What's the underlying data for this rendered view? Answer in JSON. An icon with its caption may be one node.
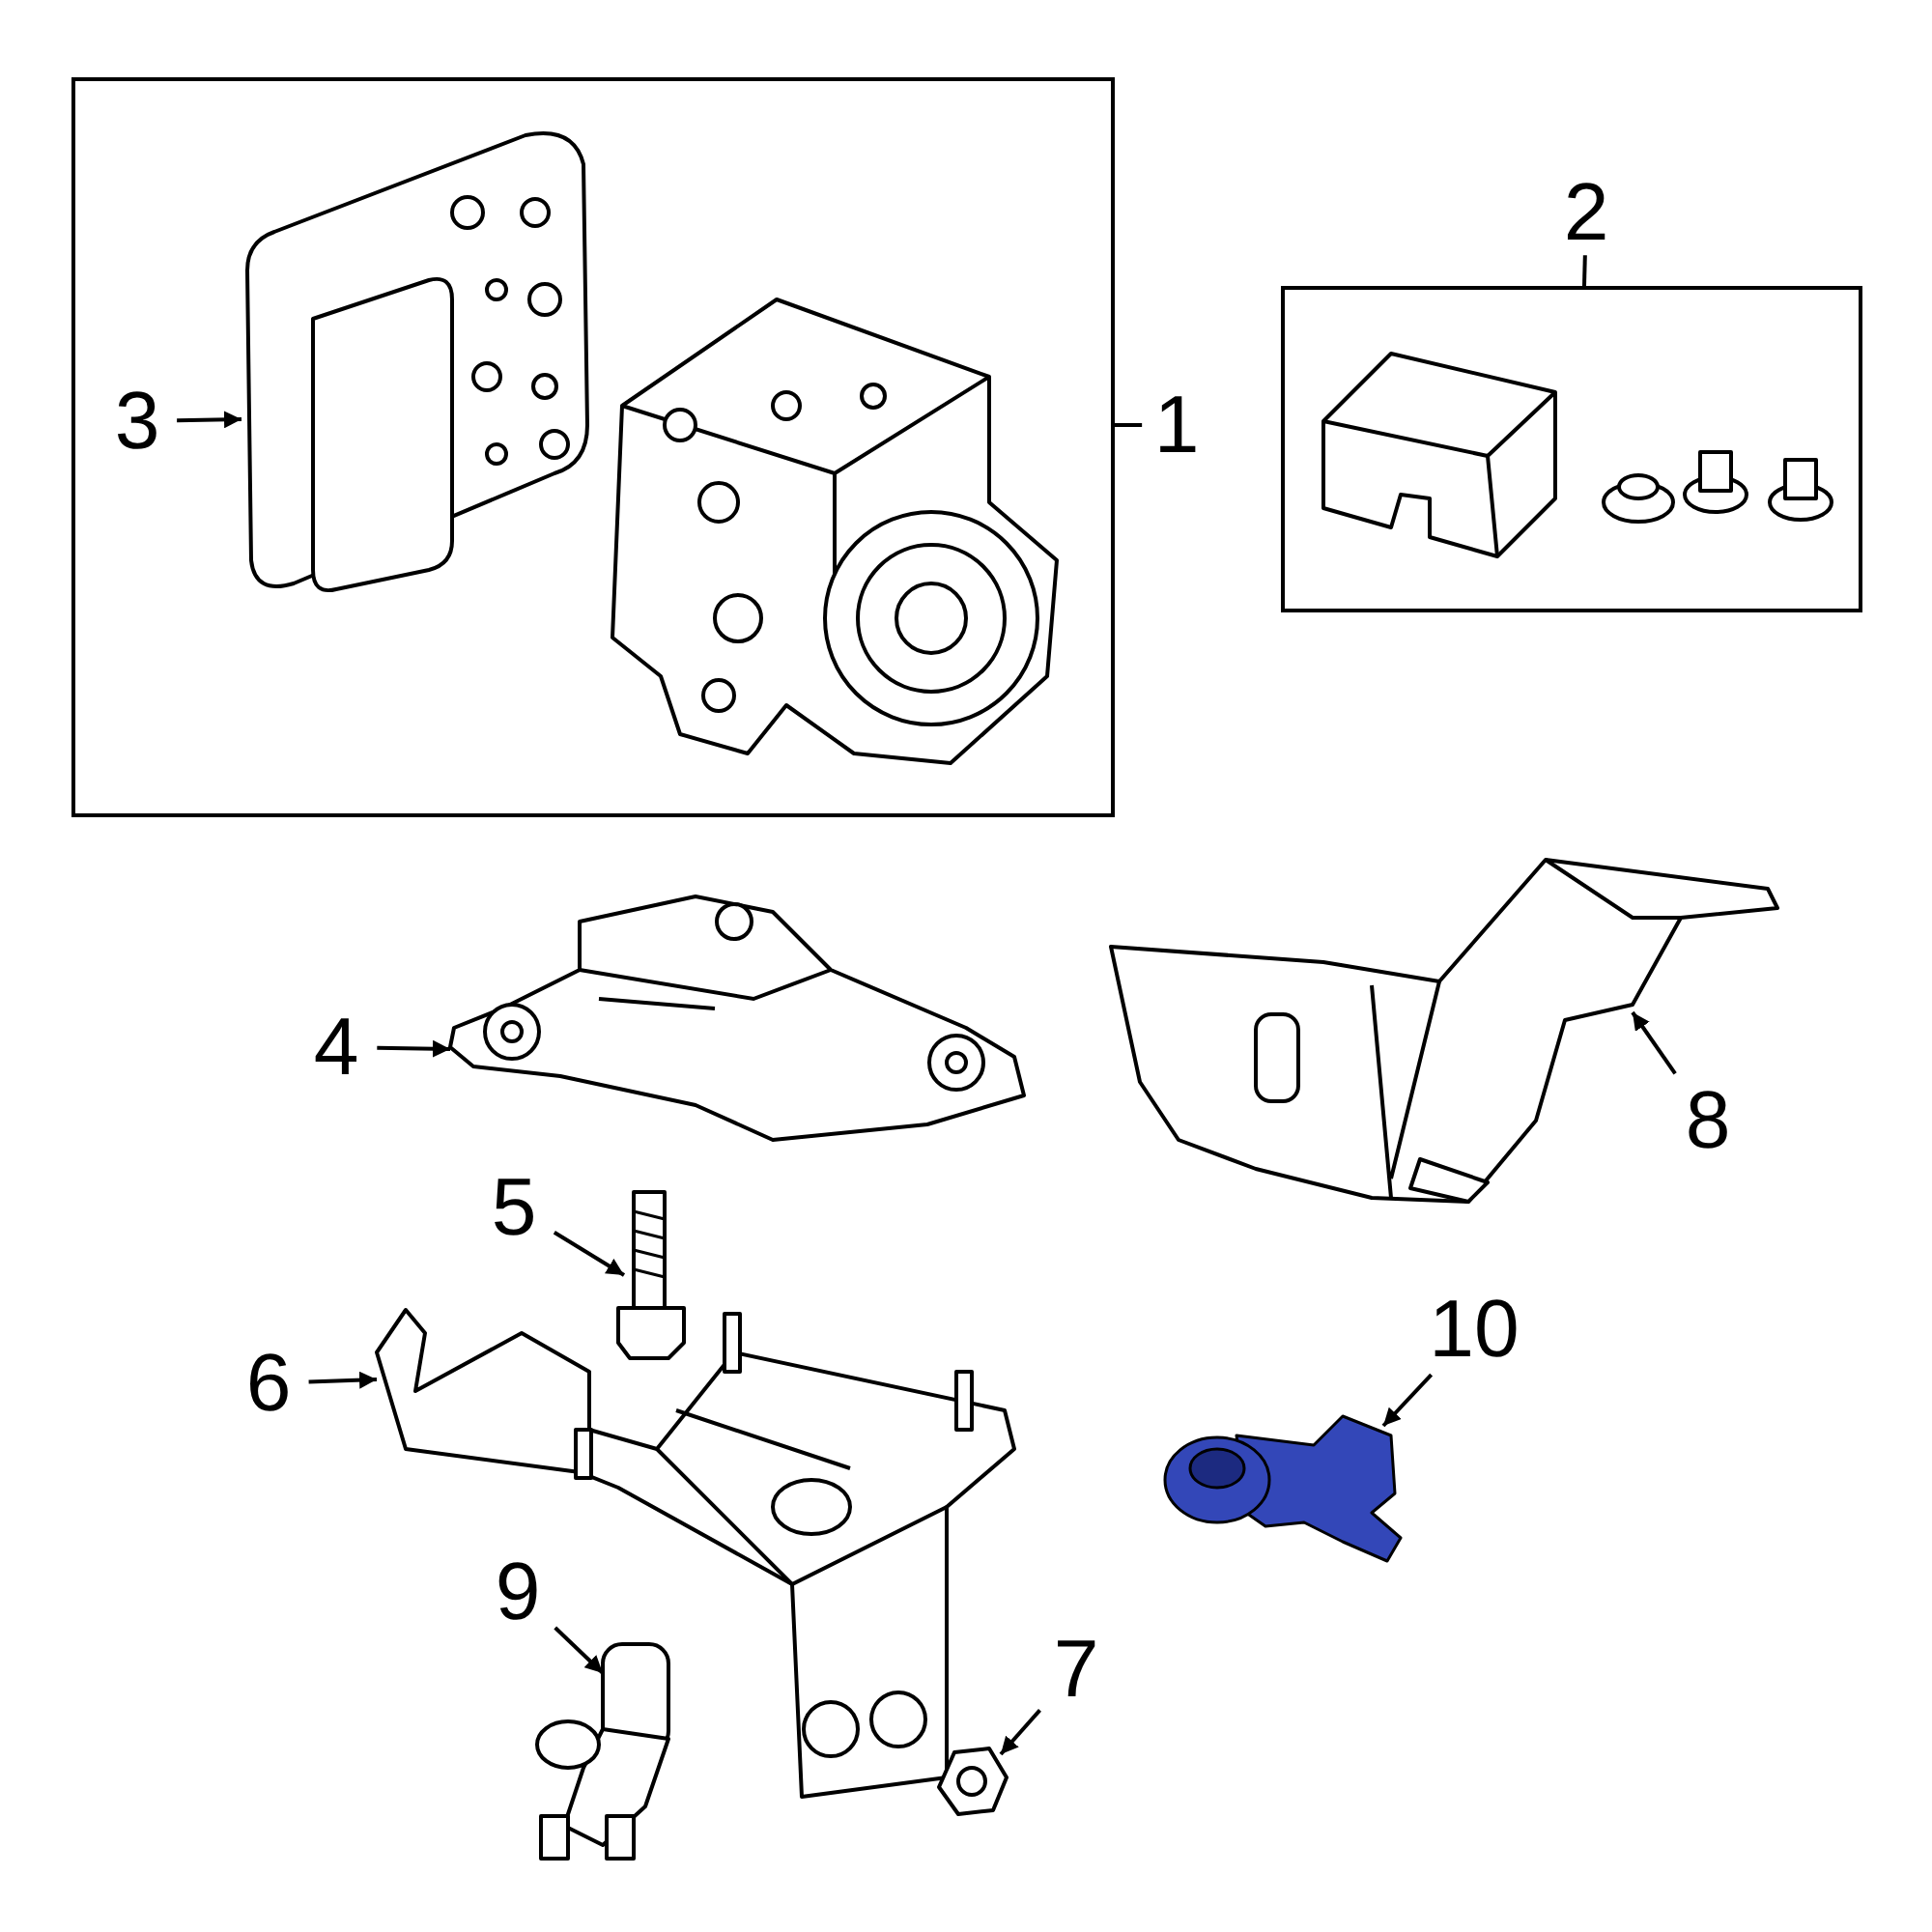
{
  "diagram": {
    "nodes": [
      {
        "text": [
          "1"
        ]
      },
      {
        "text": [],
        "shape": "box"
      },
      {
        "text": [
          "2"
        ]
      },
      {
        "text": [],
        "shape": "box"
      },
      {
        "text": [
          "3"
        ],
        "in": 1
      },
      {
        "text": [],
        "shape": "picture",
        "in": 1
      },
      {
        "text": [],
        "shape": "picture",
        "in": 1
      },
      {
        "text": [],
        "shape": "picture",
        "in": 3
      },
      {
        "text": [
          "4"
        ]
      },
      {
        "text": [],
        "shape": "picture"
      },
      {
        "text": [
          "5"
        ]
      },
      {
        "text": [],
        "shape": "picture"
      },
      {
        "text": [
          "6"
        ]
      },
      {
        "text": [],
        "shape": "picture"
      },
      {
        "text": [
          "7"
        ]
      },
      {
        "text": [],
        "shape": "picture"
      },
      {
        "text": [
          "8"
        ]
      },
      {
        "text": [],
        "shape": "picture"
      },
      {
        "text": [
          "9"
        ]
      },
      {
        "text": [],
        "shape": "picture"
      },
      {
        "text": [
          "10"
        ]
      },
      {
        "text": [],
        "shape": "picture"
      }
    ],
    "edges": [
      {
        "from": 0,
        "to": 1,
        "arrow": "none"
      },
      {
        "from": 2,
        "to": 3,
        "arrow": "none"
      },
      {
        "from": 4,
        "to": 5,
        "arrow": "to"
      },
      {
        "from": 8,
        "to": 9,
        "arrow": "to"
      },
      {
        "from": 10,
        "to": 11,
        "arrow": "to"
      },
      {
        "from": 12,
        "to": 13,
        "arrow": "to"
      },
      {
        "from": 14,
        "to": 15,
        "arrow": "to"
      },
      {
        "from": 16,
        "to": 17,
        "arrow": "to"
      },
      {
        "from": 18,
        "to": 19,
        "arrow": "to"
      },
      {
        "from": 20,
        "to": 21,
        "arrow": "to"
      }
    ]
  }
}
